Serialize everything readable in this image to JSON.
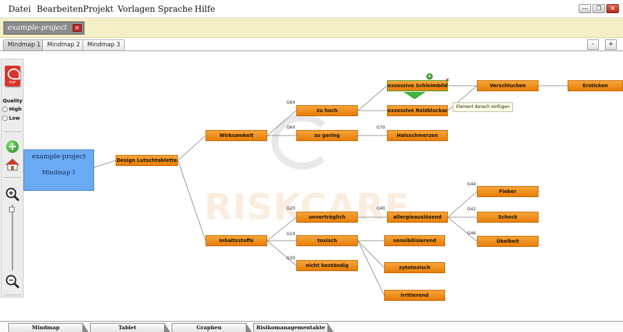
{
  "menubar": {
    "items": [
      "Datei",
      "Bearbeiten",
      "Projekt",
      "Vorlagen",
      "Sprache",
      "Hilfe"
    ]
  },
  "window_controls": {
    "minimize": "—",
    "restore": "❐",
    "close": "✕"
  },
  "project": {
    "name": "example-project",
    "close": "✕"
  },
  "mindmap_tabs": [
    "Mindmap 1",
    "Mindmap 2",
    "Mindmap 3"
  ],
  "zoom_controls": {
    "minus": "-",
    "plus": "+"
  },
  "sidebar": {
    "pdf_label": "PDF",
    "quality_label": "Quality",
    "quality_options": [
      "High",
      "Low"
    ]
  },
  "root": {
    "title": "example-project",
    "subtitle": "Mindmap 1"
  },
  "nodes": {
    "design": "Design Lutschtablette",
    "wirksamkeit": "Wirksamkeit",
    "inhaltsstoffe": "Inhaltsstoffe",
    "zu_hoch": "zu hoch",
    "zu_gering": "zu gering",
    "exzessive_schleim": "exzessive Schleimbildung",
    "exzessive_reiz": "exzessive Reizblockade",
    "halsschmerzen": "Halsschmerzen",
    "verschlucken": "Verschlucken",
    "ersticken": "Ersticken",
    "unvertraeglich": "unverträglich",
    "toxisch": "toxisch",
    "nicht_bestaendig": "nicht beständig",
    "allergieausloesend": "allergieauslösend",
    "fieber": "Fieber",
    "schock": "Schock",
    "uebelkeit": "Übelkeit",
    "sensibilisierend": "sensibilisierend",
    "zytotoxisch": "zytotoxisch",
    "irritierend": "irritierend"
  },
  "glabels": {
    "g60a": "G60",
    "g60b": "G60",
    "g70": "G70",
    "g20": "G20",
    "g10": "G10",
    "g30": "G30",
    "g40": "G40",
    "g44": "G44",
    "g42": "G42",
    "g46": "G46"
  },
  "tooltip": "Element danach einfügen",
  "watermark": "RISKCARE",
  "bottom_tabs": [
    "Mindmap",
    "Tablet",
    "Graphen",
    "Risikomanagementakte"
  ],
  "colors": {
    "node": "#f08c1e",
    "root": "#6aaaf2",
    "projectbar": "#f3efc6"
  }
}
